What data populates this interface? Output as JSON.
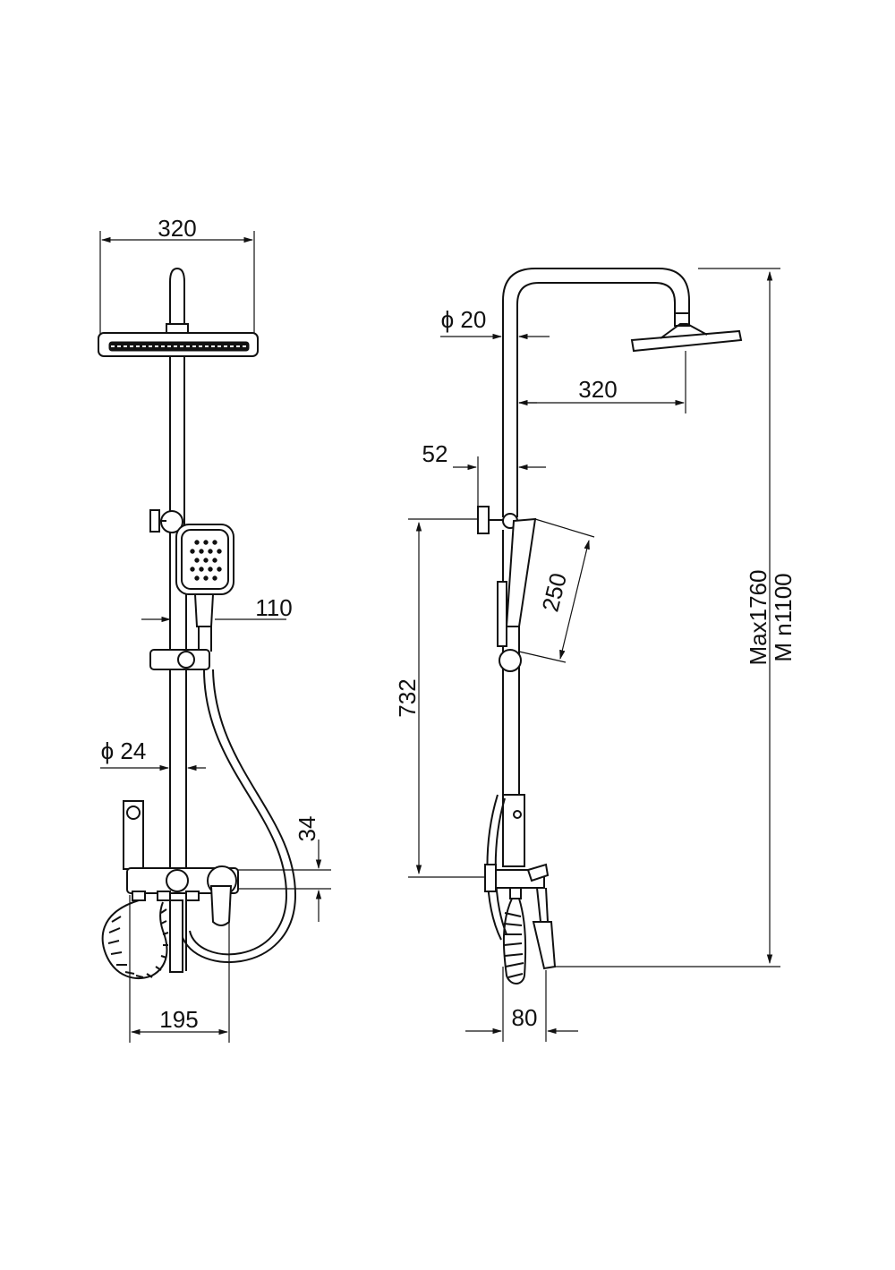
{
  "front_view": {
    "width_head": "320",
    "handset_width": "110",
    "pipe_diameter": "ϕ 24",
    "outlet_spacing": "34",
    "mixer_width": "195"
  },
  "side_view": {
    "pipe_diameter": "ϕ 20",
    "head_reach": "320",
    "wall_offset": "52",
    "handset_length": "250",
    "adjust_height": "732",
    "height_max": "Max1760",
    "height_min": "M n1100",
    "spout_reach": "80"
  }
}
